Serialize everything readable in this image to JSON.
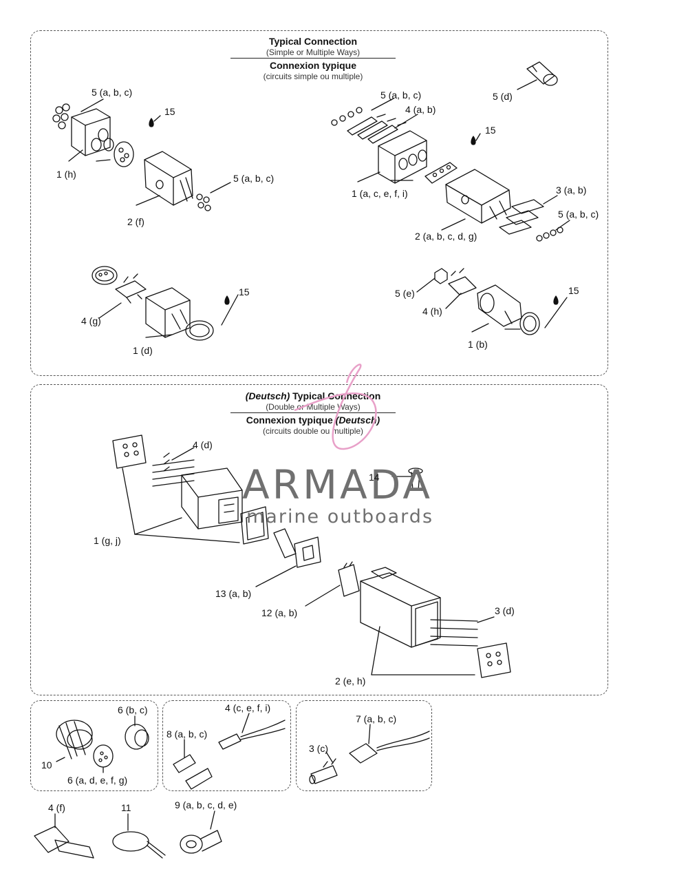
{
  "headers": {
    "typical": {
      "title_en": "Typical Connection",
      "sub_en": "(Simple or Multiple Ways)",
      "title_fr": "Connexion typique",
      "sub_fr": "(circuits simple ou multiple)"
    },
    "deutsch": {
      "brand_en": "(Deutsch)",
      "title_en": "Typical Connection",
      "sub_en": "(Double or Multiple Ways)",
      "title_fr": "Connexion typique",
      "brand_fr": "(Deutsch)",
      "sub_fr": "(circuits double ou multiple)"
    }
  },
  "labels": {
    "p5abc_a": "5 (a, b, c)",
    "p15_a": "15",
    "p1h": "1 (h)",
    "p5abc_b": "5 (a, b, c)",
    "p2f": "2 (f)",
    "p5abc_c": "5 (a, b, c)",
    "p4ab": "4 (a, b)",
    "p5d": "5 (d)",
    "p15_b": "15",
    "p1acefi": "1 (a, c, e, f, i)",
    "p3ab": "3 (a, b)",
    "p5abc_d": "5 (a, b, c)",
    "p2abcdg": "2 (a, b, c, d, g)",
    "p15_c": "15",
    "p4g": "4 (g)",
    "p1d": "1 (d)",
    "p5e": "5 (e)",
    "p15_d": "15",
    "p4h": "4 (h)",
    "p1b": "1 (b)",
    "p4d": "4 (d)",
    "p14": "14",
    "p1gj": "1 (g, j)",
    "p13ab": "13 (a, b)",
    "p12ab": "12 (a, b)",
    "p3d": "3 (d)",
    "p2eh": "2 (e, h)",
    "p6bc": "6 (b, c)",
    "p10": "10",
    "p6adefg": "6 (a, d, e, f, g)",
    "p4cefi": "4 (c, e, f, i)",
    "p8abc": "8 (a, b, c)",
    "p7abc": "7 (a, b, c)",
    "p3c": "3 (c)",
    "p4f": "4 (f)",
    "p11": "11",
    "p9abcde": "9 (a, b, c, d, e)"
  },
  "watermark": {
    "word": "ARMADA",
    "sub": "marine outboards",
    "colors": {
      "word": "#707070",
      "swirl": "#e8a0c8"
    }
  },
  "colors": {
    "ink": "#111111",
    "panel_border": "#555555"
  }
}
